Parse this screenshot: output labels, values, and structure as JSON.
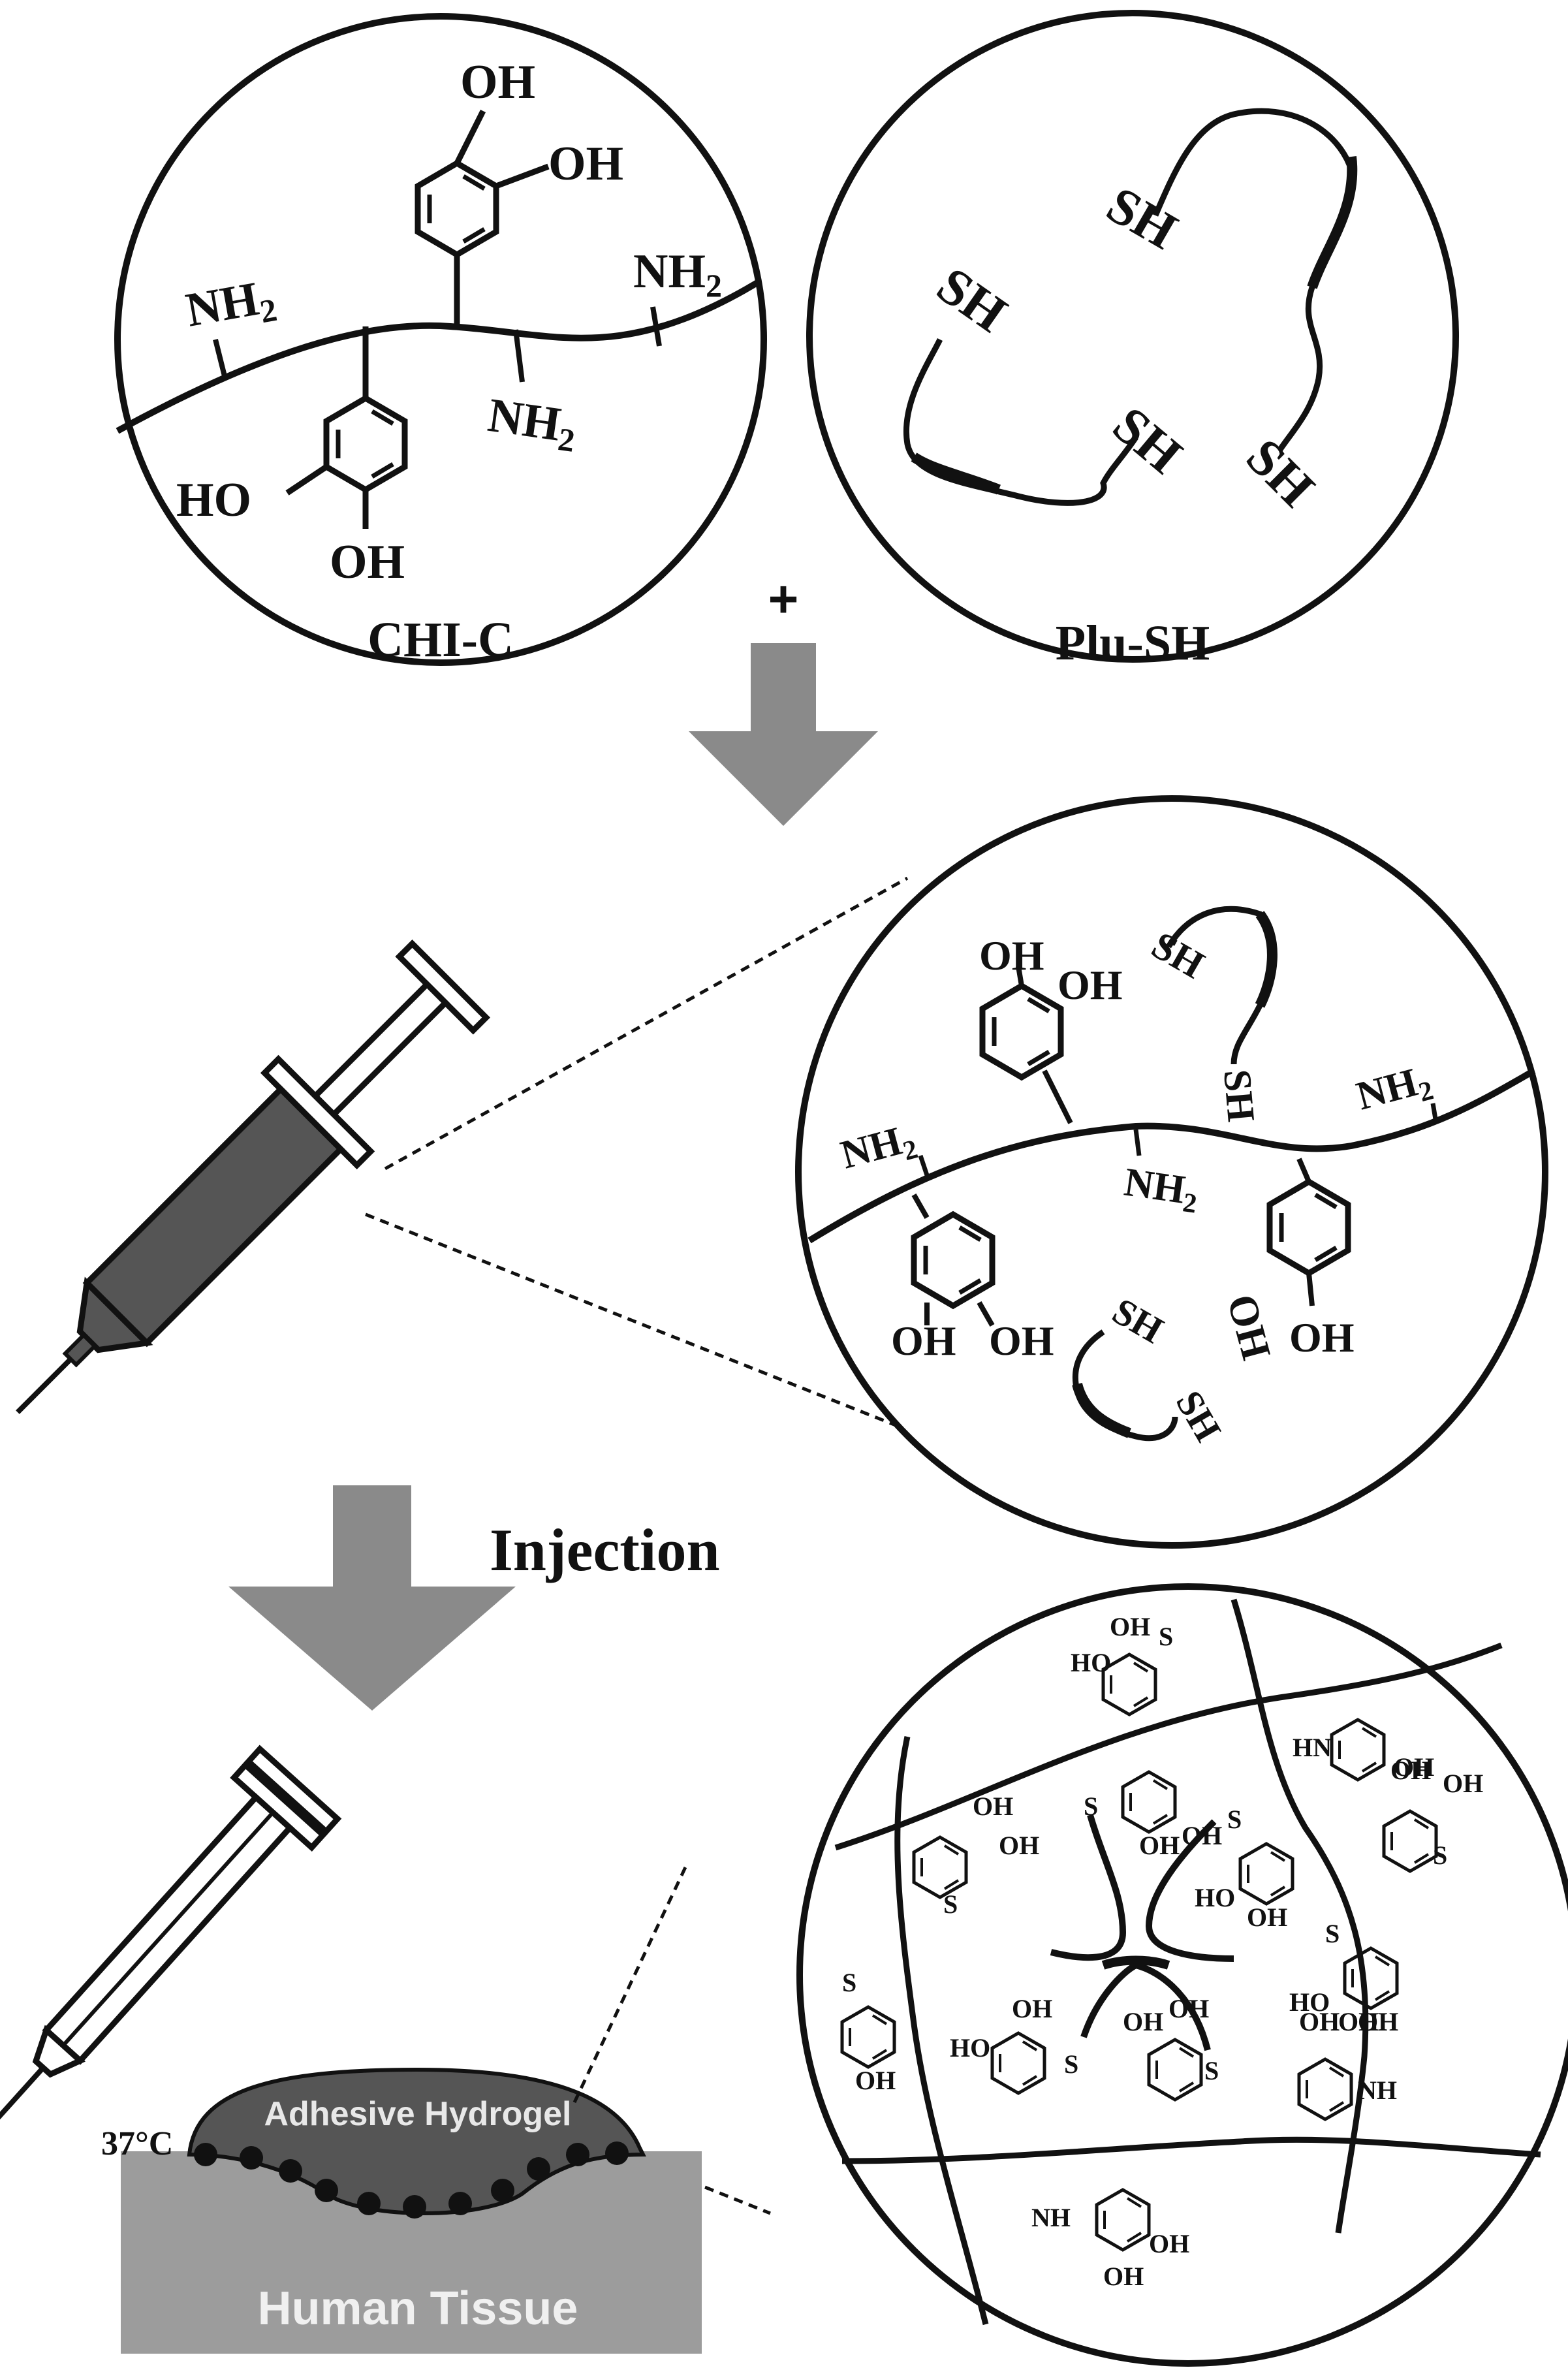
{
  "labels": {
    "chi_c": "CHI-C",
    "plu_sh": "Plu-SH",
    "plus": "+",
    "injection": "Injection",
    "temperature": "37°C",
    "adhesive_hydrogel": "Adhesive Hydrogel",
    "human_tissue": "Human Tissue"
  },
  "groups": {
    "oh": "OH",
    "ho": "HO",
    "nh2": "NH",
    "nh2_sub": "2",
    "sh": "SH",
    "s": "S",
    "hn": "HN",
    "nh": "NH"
  },
  "colors": {
    "ink": "#111111",
    "arrow": "#8a8a8a",
    "tissue": "#9c9c9c",
    "hydrogel": "#555555",
    "syringe_fill": "#555555",
    "chain_gray": "#8a8a8a"
  }
}
